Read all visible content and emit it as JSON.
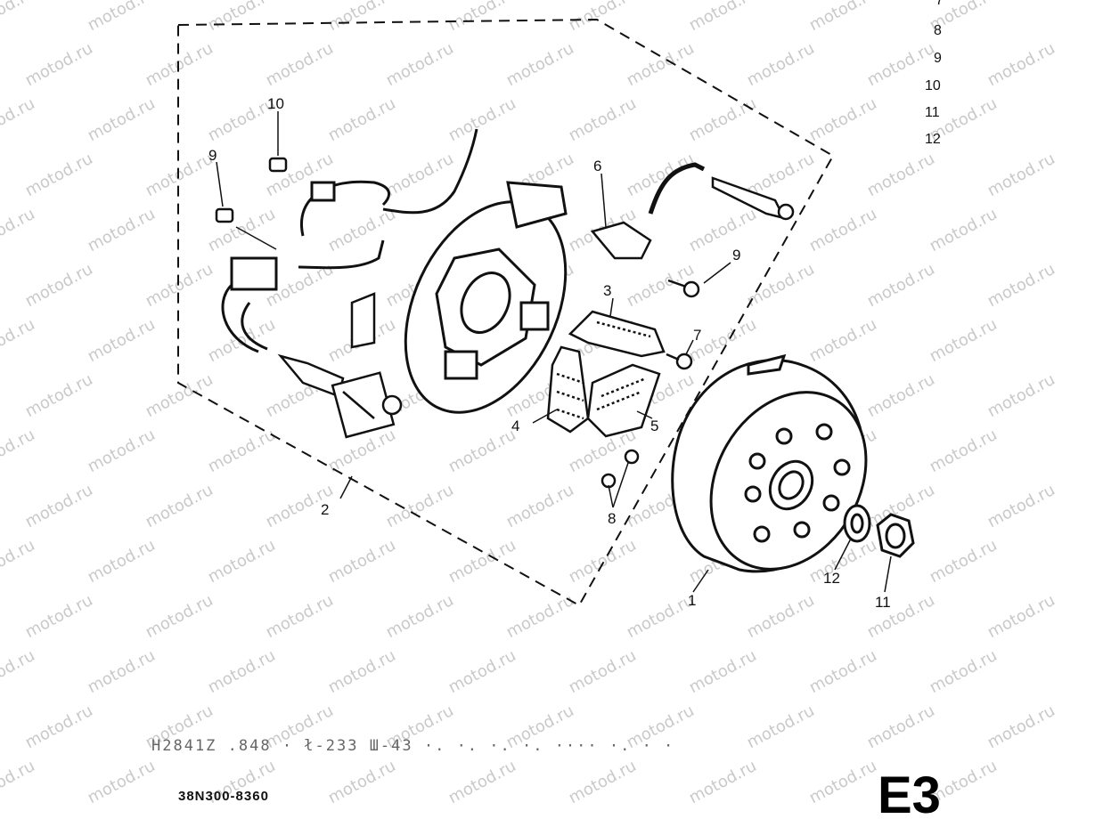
{
  "watermark": "motod.ru",
  "legend_numbers": [
    "7",
    "8",
    "9",
    "10",
    "11",
    "12"
  ],
  "callouts": {
    "c1": "1",
    "c2": "2",
    "c3": "3",
    "c4": "4",
    "c5": "5",
    "c6": "6",
    "c7": "7",
    "c8": "8",
    "c9a": "9",
    "c9b": "9",
    "c10": "10",
    "c11": "11",
    "c12": "12"
  },
  "footer": {
    "part_number": "38N300-8360",
    "page_code": "E3",
    "faded_text": "H2841Z .848 · ł-2ЗЗ Ш-43 ·. ·. ·. ·.  ···· ·. · ·"
  }
}
